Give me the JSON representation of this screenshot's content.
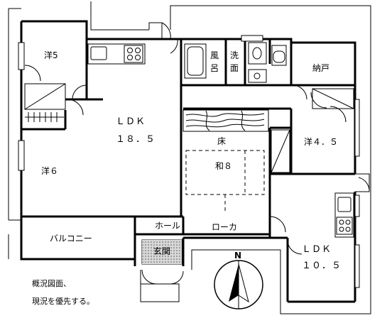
{
  "rooms": {
    "western5": "洋5",
    "ldk_main": "ＬＤＫ",
    "ldk_main_size": "１８．５",
    "bath": "風呂",
    "washroom": "洗面",
    "storage": "納戸",
    "floor": "床",
    "washitsu": "和８",
    "western45": "洋４．５",
    "western6": "洋６",
    "balcony": "バルコニー",
    "hall_left": "ホール",
    "hall_right": "ローカ",
    "entrance": "玄関",
    "ldk_sub": "ＬＤＫ",
    "ldk_sub_size": "１０．５"
  },
  "compass": {
    "label": "N"
  },
  "notes": {
    "line1": "概況図面、",
    "line2": "現況を優先する。"
  }
}
